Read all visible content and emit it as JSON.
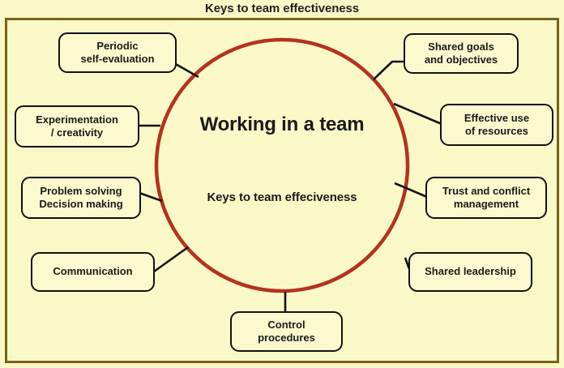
{
  "title": "Keys to team effectiveness",
  "colors": {
    "background": "#fbf8c8",
    "frame_border": "#7a6218",
    "circle_stroke": "#b4321e",
    "box_border": "#121212",
    "box_fill": "#fcf9cf",
    "connector": "#121212",
    "text": "#1a1a1a"
  },
  "center": {
    "heading": "Working in a team",
    "subheading": "Keys to team effeciveness"
  },
  "nodes": [
    {
      "id": "periodic-self-evaluation",
      "line1": "Periodic",
      "line2": "self-evaluation",
      "side": "left"
    },
    {
      "id": "experimentation-creativity",
      "line1": "Experimentation",
      "line2": "/ creativity",
      "side": "left"
    },
    {
      "id": "problem-solving-decision-making",
      "line1": "Problem solving",
      "line2": "Decision making",
      "side": "left"
    },
    {
      "id": "communication",
      "line1": "Communication",
      "line2": "",
      "side": "left"
    },
    {
      "id": "control-procedures",
      "line1": "Control",
      "line2": "procedures",
      "side": "bottom"
    },
    {
      "id": "shared-leadership",
      "line1": "Shared leadership",
      "line2": "",
      "side": "right"
    },
    {
      "id": "trust-and-conflict-management",
      "line1": "Trust and conflict",
      "line2": "management",
      "side": "right"
    },
    {
      "id": "effective-use-of-resources",
      "line1": "Effective use",
      "line2": "of resources",
      "side": "right"
    },
    {
      "id": "shared-goals-and-objectives",
      "line1": "Shared goals",
      "line2": "and objectives",
      "side": "right"
    }
  ],
  "chart_data": {
    "type": "diagram",
    "layout": "hub-and-spoke",
    "title": "Keys to team effectiveness",
    "hub": {
      "shape": "circle",
      "labels": [
        "Working in a team",
        "Keys to team effeciveness"
      ]
    },
    "spokes": [
      "Periodic self-evaluation",
      "Experimentation / creativity",
      "Problem solving Decision making",
      "Communication",
      "Control procedures",
      "Shared leadership",
      "Trust and conflict management",
      "Effective use of resources",
      "Shared goals and objectives"
    ]
  }
}
